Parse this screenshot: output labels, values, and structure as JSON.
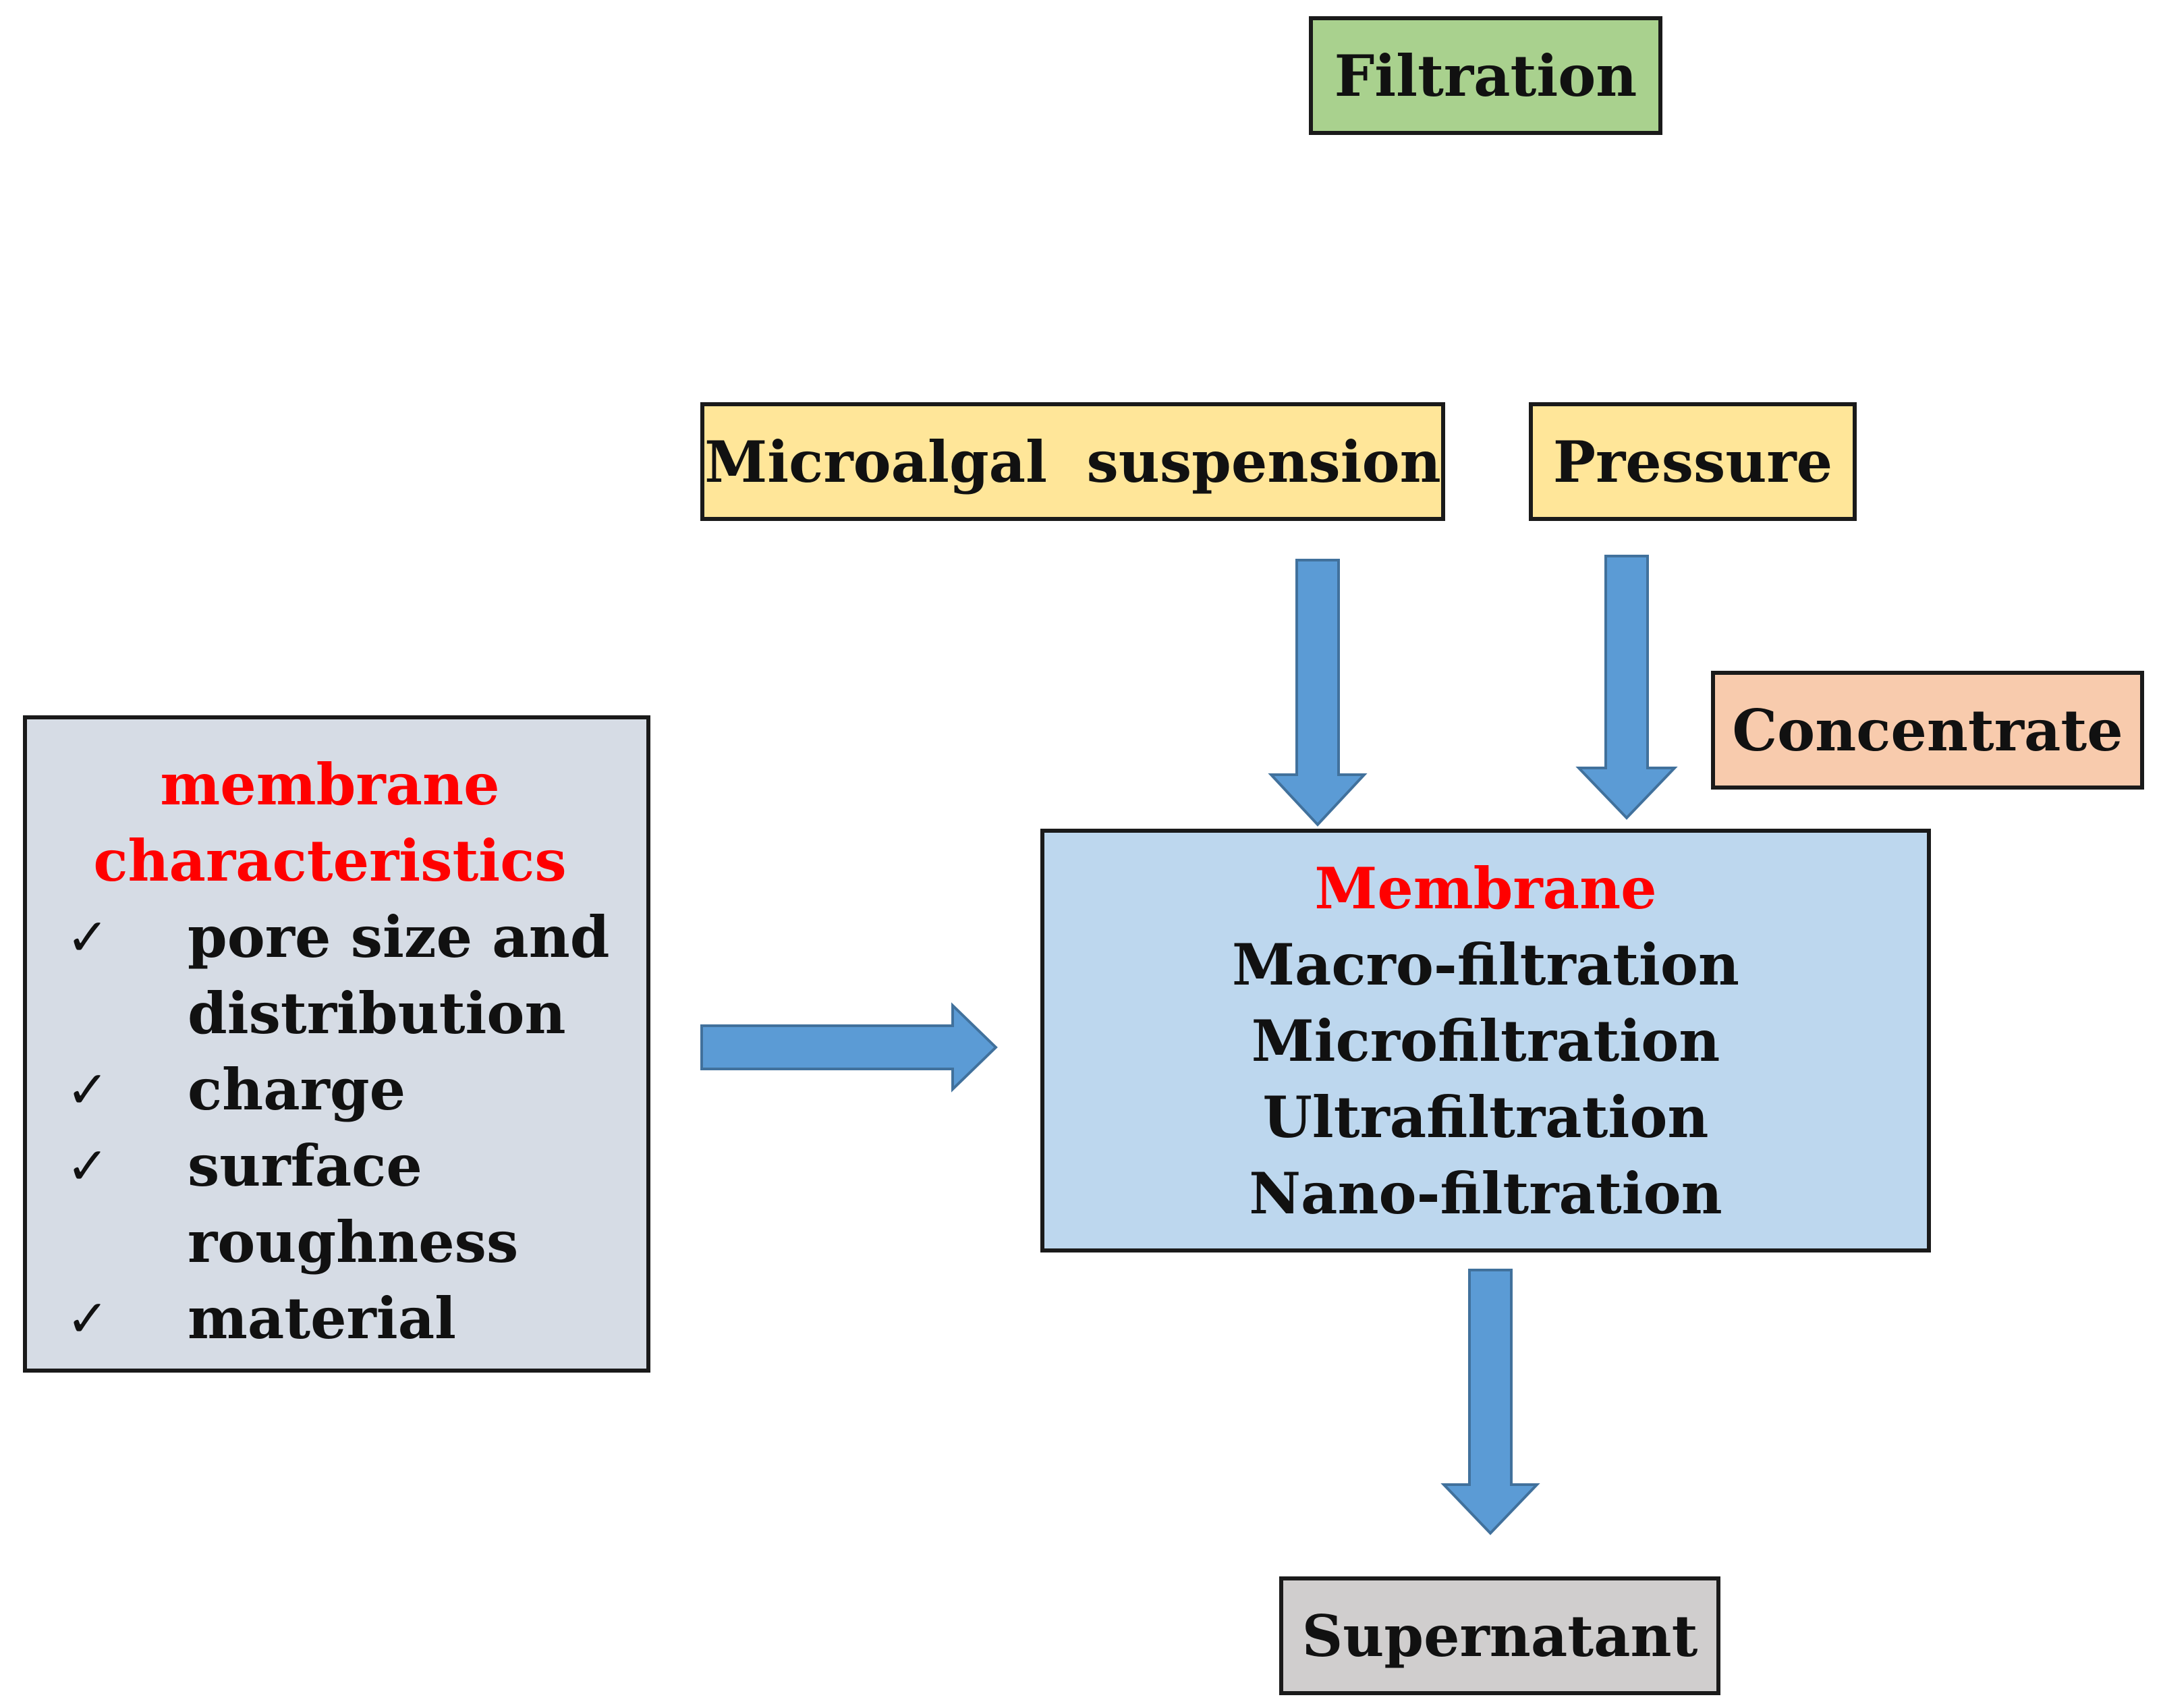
{
  "colors": {
    "filtration_fill": "#a9d18e",
    "input_fill": "#ffe699",
    "concentrate_fill": "#f8cbad",
    "membrane_fill": "#bdd7ee",
    "characteristics_fill": "#d6dce5",
    "supernatant_fill": "#d0cece",
    "arrow_fill": "#5b9bd5",
    "arrow_stroke": "#41719c",
    "highlight_text": "#ff0000"
  },
  "nodes": {
    "filtration": {
      "label": "Filtration"
    },
    "suspension": {
      "label": "Microalgal  suspension"
    },
    "pressure": {
      "label": "Pressure"
    },
    "concentrate": {
      "label": "Concentrate"
    },
    "supernatant": {
      "label": "Supernatant"
    },
    "membrane": {
      "title": "Membrane",
      "types": [
        "Macro-filtration",
        "Microfiltration",
        "Ultrafiltration",
        "Nano-filtration"
      ]
    },
    "characteristics": {
      "heading_line1": "membrane",
      "heading_line2": "characteristics",
      "check_icon": "✓",
      "items": [
        {
          "line1": "pore size and",
          "line2": "distribution"
        },
        {
          "line1": "charge"
        },
        {
          "line1": "surface",
          "line2": "roughness"
        },
        {
          "line1": "material"
        }
      ]
    }
  },
  "edges": [
    {
      "from": "suspension",
      "to": "membrane"
    },
    {
      "from": "pressure",
      "to": "membrane"
    },
    {
      "from": "characteristics",
      "to": "membrane"
    },
    {
      "from": "membrane",
      "to": "supernatant"
    }
  ]
}
